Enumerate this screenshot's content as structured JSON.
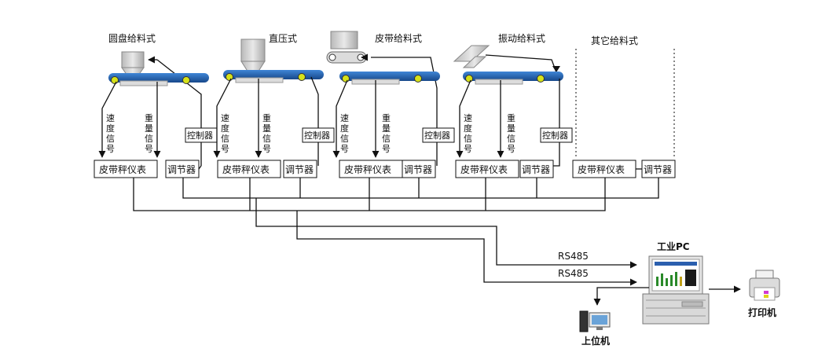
{
  "feeders": [
    {
      "title": "圆盘给料式",
      "controller": "控制器"
    },
    {
      "title": "直压式",
      "controller": "控制器"
    },
    {
      "title": "皮带给料式",
      "controller": "控制器"
    },
    {
      "title": "振动给料式",
      "controller": "控制器"
    },
    {
      "title": "其它给料式"
    }
  ],
  "signals": {
    "speed": [
      "速",
      "度",
      "信",
      "号"
    ],
    "weight": [
      "重",
      "量",
      "信",
      "号"
    ]
  },
  "boxes": {
    "scale": "皮带秤仪表",
    "regulator": "调节器"
  },
  "links": {
    "rs485_a": "RS485",
    "rs485_b": "RS485"
  },
  "devices": {
    "pc": "工业PC",
    "upper": "上位机",
    "printer": "打印机"
  },
  "colors": {
    "belt": "#1e5fb0",
    "roller": "#d6e21a",
    "line": "#111111"
  }
}
